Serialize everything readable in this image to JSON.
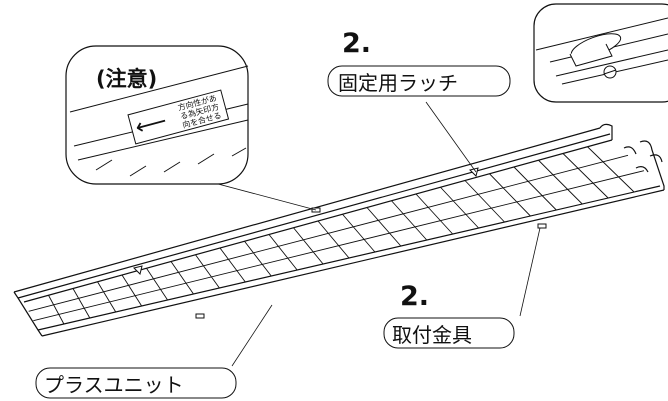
{
  "labels": {
    "caution": "(注意)",
    "step_top": "2.",
    "latch": "固定用ラッチ",
    "step_bottom": "2.",
    "bracket": "取付金具",
    "unit": "プラスユニット"
  },
  "sticker": {
    "arrow": "⟵",
    "line1": "方向性があ",
    "line2": "る為矢印方",
    "line3": "向を合せる"
  },
  "colors": {
    "stroke": "#111111",
    "panel_bg": "#ffffff"
  }
}
